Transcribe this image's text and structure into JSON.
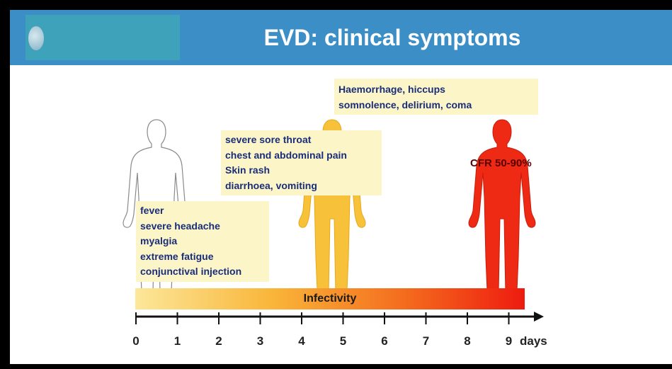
{
  "title": "EVD: clinical symptoms",
  "stages": [
    {
      "symptoms": [
        "fever",
        "severe headache",
        "myalgia",
        "extreme fatigue",
        "conjunctival injection"
      ],
      "figure_color": "#ffffff"
    },
    {
      "symptoms": [
        "severe sore throat",
        "chest and abdominal pain",
        "Skin rash",
        "diarrhoea, vomiting"
      ],
      "figure_color": "#f7c23a"
    },
    {
      "symptoms": [
        "Haemorrhage, hiccups",
        "somnolence, delirium, coma"
      ],
      "figure_color": "#ee2a14",
      "annotation": "CFR 50-90%"
    }
  ],
  "infectivity_label": "Infectivity",
  "timeline": {
    "ticks": [
      "0",
      "1",
      "2",
      "3",
      "4",
      "5",
      "6",
      "7",
      "8",
      "9"
    ],
    "unit": "days"
  },
  "colors": {
    "header": "#3b8fc6",
    "symptom_box": "#fbf5c8",
    "symptom_text": "#1a2d7a"
  }
}
